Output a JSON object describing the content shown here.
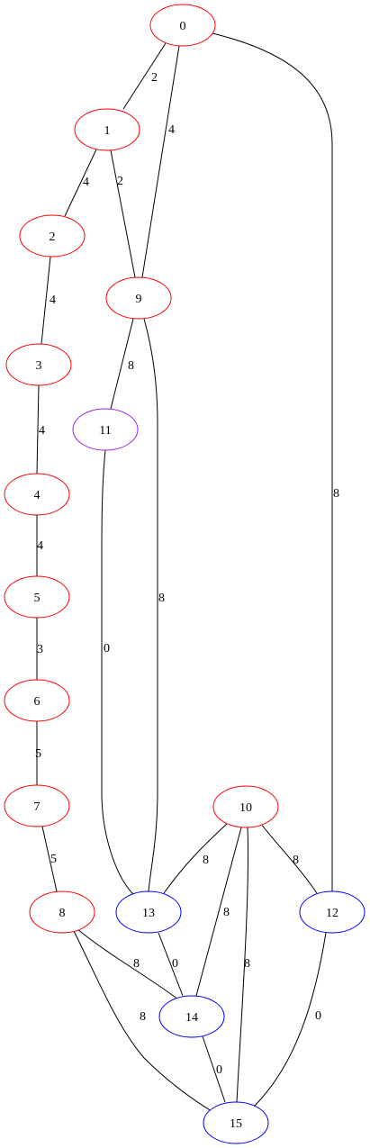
{
  "colors": {
    "red": "#ff0000",
    "blue": "#0000ff",
    "purple": "#a020f0",
    "edge": "#000000"
  },
  "nodes": [
    {
      "id": "0",
      "label": "0",
      "color": "red"
    },
    {
      "id": "1",
      "label": "1",
      "color": "red"
    },
    {
      "id": "2",
      "label": "2",
      "color": "red"
    },
    {
      "id": "3",
      "label": "3",
      "color": "red"
    },
    {
      "id": "4",
      "label": "4",
      "color": "red"
    },
    {
      "id": "5",
      "label": "5",
      "color": "red"
    },
    {
      "id": "6",
      "label": "6",
      "color": "red"
    },
    {
      "id": "7",
      "label": "7",
      "color": "red"
    },
    {
      "id": "8",
      "label": "8",
      "color": "red"
    },
    {
      "id": "9",
      "label": "9",
      "color": "red"
    },
    {
      "id": "10",
      "label": "10",
      "color": "red"
    },
    {
      "id": "11",
      "label": "11",
      "color": "purple"
    },
    {
      "id": "12",
      "label": "12",
      "color": "blue"
    },
    {
      "id": "13",
      "label": "13",
      "color": "blue"
    },
    {
      "id": "14",
      "label": "14",
      "color": "blue"
    },
    {
      "id": "15",
      "label": "15",
      "color": "blue"
    }
  ],
  "edges": [
    {
      "source": "0",
      "target": "1",
      "label": "2"
    },
    {
      "source": "0",
      "target": "9",
      "label": "4"
    },
    {
      "source": "0",
      "target": "12",
      "label": "8"
    },
    {
      "source": "1",
      "target": "2",
      "label": "4"
    },
    {
      "source": "1",
      "target": "9",
      "label": "2"
    },
    {
      "source": "2",
      "target": "3",
      "label": "4"
    },
    {
      "source": "3",
      "target": "4",
      "label": "4"
    },
    {
      "source": "4",
      "target": "5",
      "label": "4"
    },
    {
      "source": "5",
      "target": "6",
      "label": "3"
    },
    {
      "source": "6",
      "target": "7",
      "label": "5"
    },
    {
      "source": "7",
      "target": "8",
      "label": "5"
    },
    {
      "source": "9",
      "target": "11",
      "label": "8"
    },
    {
      "source": "9",
      "target": "13",
      "label": "8"
    },
    {
      "source": "11",
      "target": "13",
      "label": "0"
    },
    {
      "source": "10",
      "target": "13",
      "label": "8"
    },
    {
      "source": "10",
      "target": "12",
      "label": "8"
    },
    {
      "source": "10",
      "target": "14",
      "label": "8"
    },
    {
      "source": "10",
      "target": "15",
      "label": "8"
    },
    {
      "source": "8",
      "target": "14",
      "label": "8"
    },
    {
      "source": "8",
      "target": "15",
      "label": "8"
    },
    {
      "source": "13",
      "target": "14",
      "label": "0"
    },
    {
      "source": "14",
      "target": "15",
      "label": "0"
    },
    {
      "source": "12",
      "target": "15",
      "label": "0"
    }
  ]
}
